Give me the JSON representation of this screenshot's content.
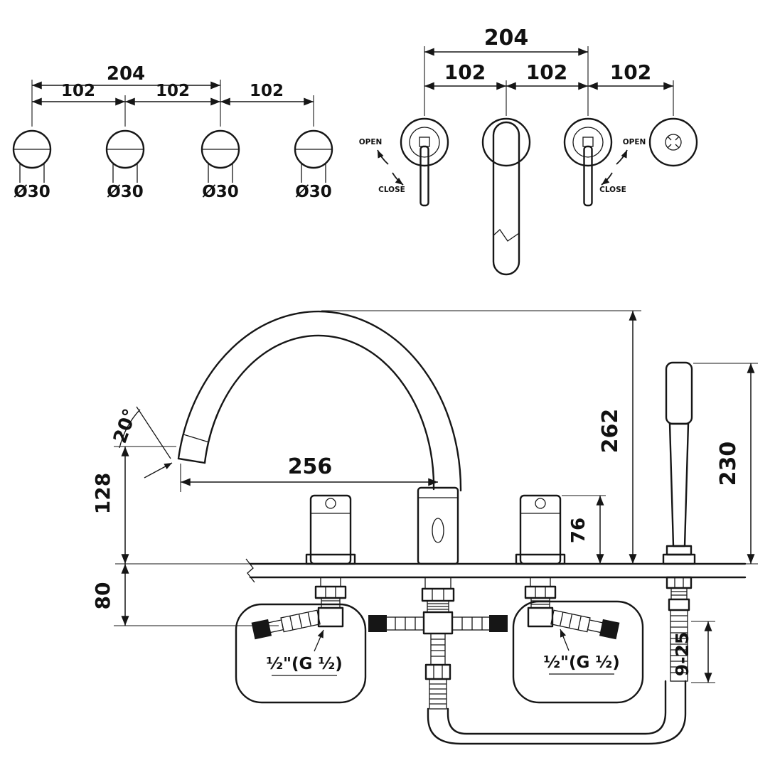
{
  "plan_view": {
    "dim_total": "204",
    "dim_segments": [
      "102",
      "102",
      "102"
    ],
    "hole_labels": [
      "Ø30",
      "Ø30",
      "Ø30",
      "Ø30"
    ]
  },
  "wall_view": {
    "dim_total": "204",
    "dim_segments": [
      "102",
      "102",
      "102"
    ],
    "open_label": "OPEN",
    "close_label": "CLOSE"
  },
  "deck_view": {
    "spout_angle": "20°",
    "spout_reach": "256",
    "spout_height": "262",
    "shower_height": "230",
    "spout_drop": "128",
    "under_deck_clearance": "80",
    "valve_height": "76",
    "deck_thickness_range": "9-25",
    "thread_label_left": "½\"(G ½)",
    "thread_label_right": "½\"(G ½)"
  }
}
